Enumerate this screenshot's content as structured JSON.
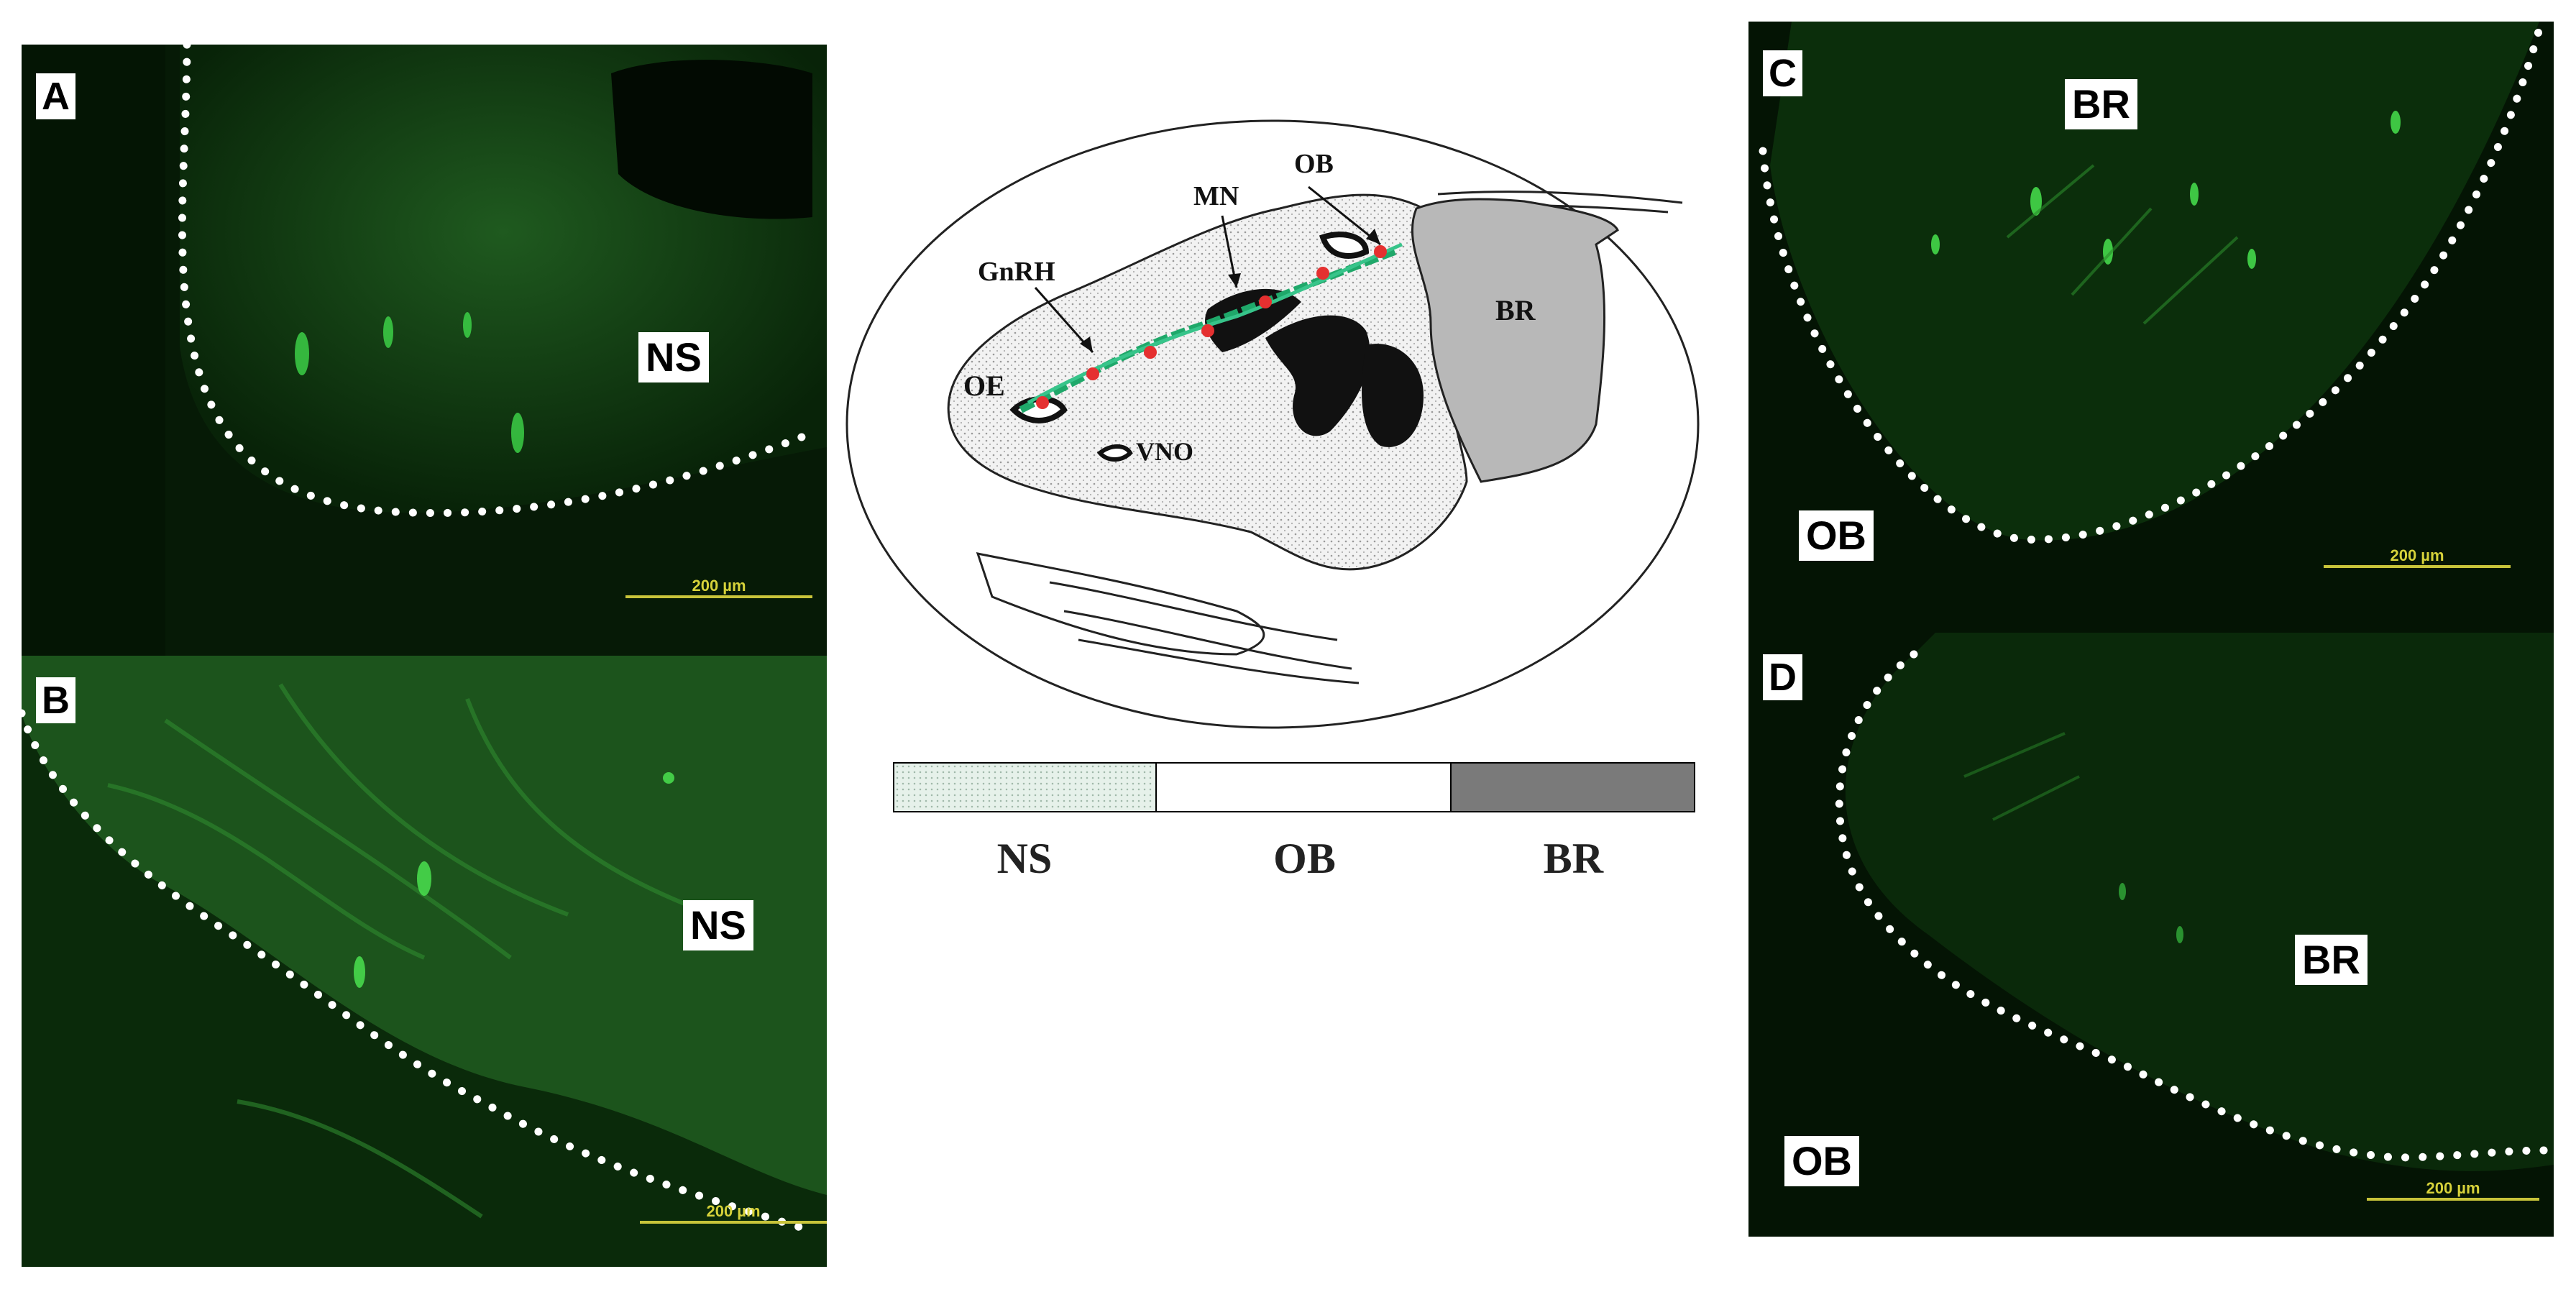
{
  "panels": [
    {
      "id": "A",
      "letter": "A",
      "regions": [
        "NS"
      ],
      "scale_label": "200 µm"
    },
    {
      "id": "B",
      "letter": "B",
      "regions": [
        "NS"
      ],
      "scale_label": "200 µm"
    },
    {
      "id": "C",
      "letter": "C",
      "regions": [
        "BR",
        "OB"
      ],
      "scale_label": "200 µm"
    },
    {
      "id": "D",
      "letter": "D",
      "regions": [
        "BR",
        "OB"
      ],
      "scale_label": "200 µm"
    }
  ],
  "diagram": {
    "labels": {
      "ob": "OB",
      "mn": "MN",
      "gnrh": "GnRH",
      "oe": "OE",
      "vno": "VNO",
      "br": "BR"
    }
  },
  "legend": {
    "items": [
      {
        "label": "NS",
        "color": "#e6f1ea"
      },
      {
        "label": "OB",
        "color": "#ffffff"
      },
      {
        "label": "BR",
        "color": "#7a7a7a"
      }
    ]
  },
  "colors": {
    "fluorescence": "#2fdc3a",
    "outline_dots": "#ffffff",
    "neuron_marker": "#e53030",
    "fiber": "#1fa86a",
    "brain_gray": "#b8b8b8"
  }
}
